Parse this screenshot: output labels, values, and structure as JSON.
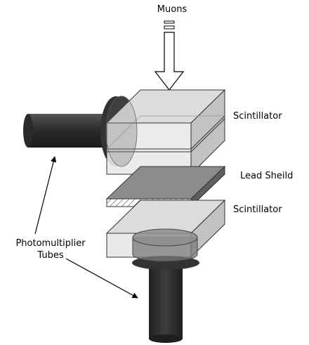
{
  "labels": {
    "muons": "Muons",
    "scintillator_top": "Scintillator",
    "lead_shield": "Lead Sheild",
    "scintillator_bottom": "Scintillator",
    "pmt_line1": "Photomultiplier",
    "pmt_line2": "Tubes"
  },
  "colors": {
    "scint_front": "#e8e8e8",
    "scint_top": "#d9d9d9",
    "scint_side": "#bdbdbd",
    "lead_top": "#8c8c8c",
    "lead_side": "#5f5f5f",
    "pmt_dark": "#3a3a3a",
    "pmt_black": "#222222",
    "edge": "#333333"
  }
}
